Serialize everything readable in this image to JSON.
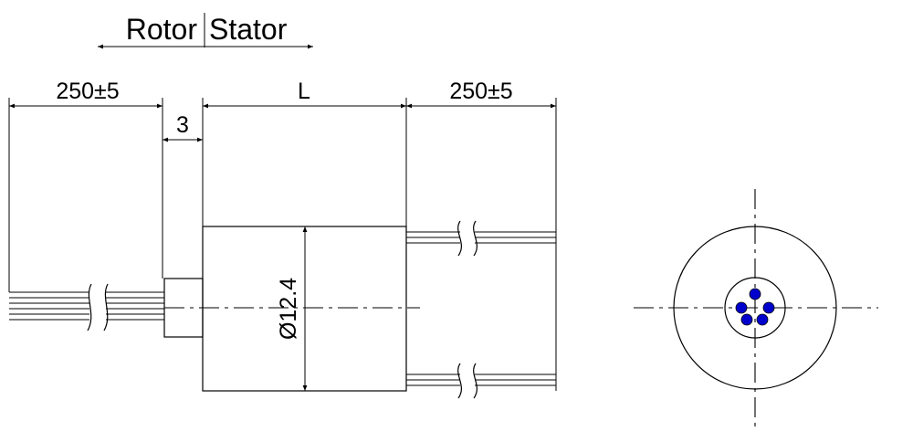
{
  "header": {
    "rotor_label": "Rotor",
    "stator_label": "Stator"
  },
  "dimensions": {
    "left_lead_length": "250±5",
    "rotor_shaft_length": "3",
    "body_length": "L",
    "right_lead_length": "250±5",
    "body_diameter": "Ø12.4"
  },
  "colors": {
    "line": "#000000",
    "pin": "#0000cc",
    "background": "#ffffff"
  }
}
